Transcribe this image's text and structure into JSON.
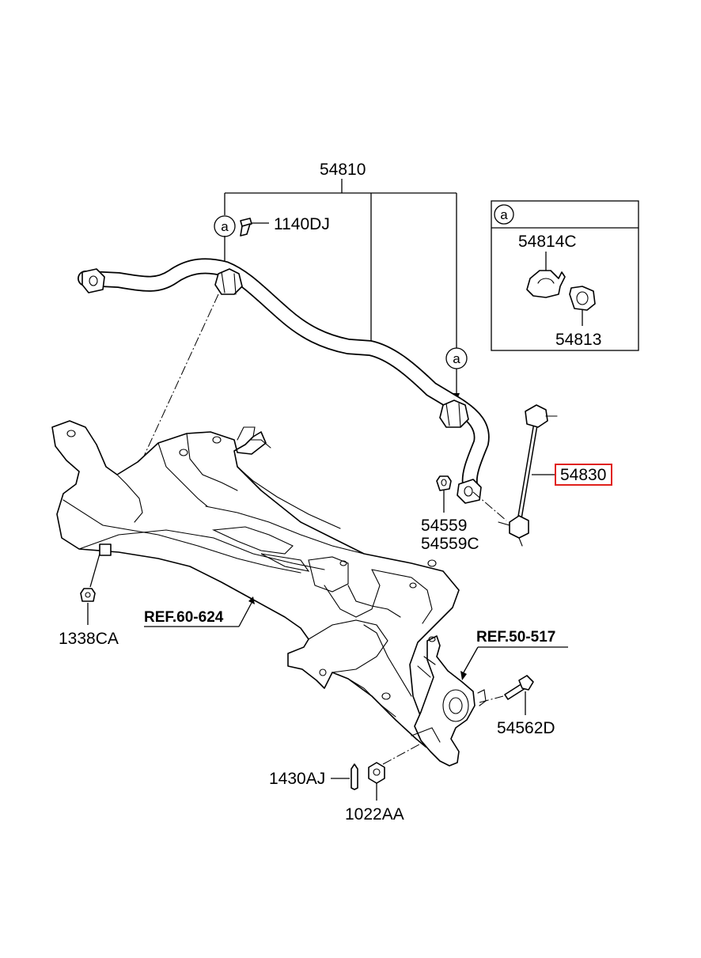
{
  "parts": {
    "stabilizer_bar": "54810",
    "bolt_1140dj": "1140DJ",
    "bracket": "54814C",
    "bushing": "54813",
    "link": "54830",
    "nut_54559": "54559",
    "nut_54559c": "54559C",
    "nut_1338ca": "1338CA",
    "bolt_54562d": "54562D",
    "cotter_pin": "1430AJ",
    "castle_nut": "1022AA"
  },
  "references": {
    "crossmember": "REF.60-624",
    "knuckle": "REF.50-517"
  },
  "callouts": {
    "marker": "a",
    "detail_box_marker": "a"
  },
  "highlight": {
    "part": "54830",
    "color": "#e0201b"
  }
}
